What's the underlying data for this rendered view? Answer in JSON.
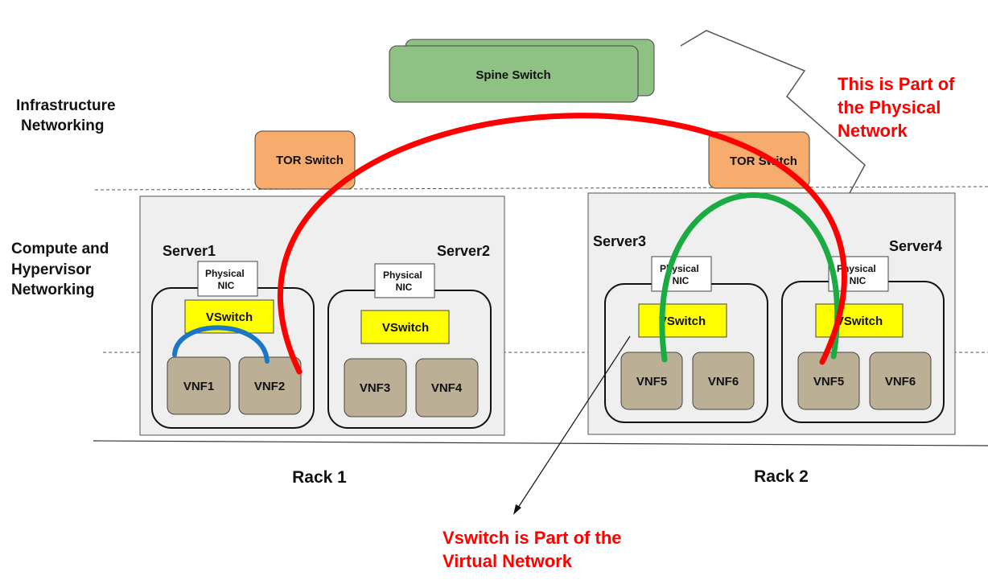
{
  "layers": {
    "infrastructure": [
      "Infrastructure",
      "Networking"
    ],
    "compute": [
      "Compute and",
      "Hypervisor",
      "Networking"
    ]
  },
  "spine": {
    "label": "Spine Switch"
  },
  "tor": {
    "label": "TOR Switch"
  },
  "servers": {
    "s1": "Server1",
    "s2": "Server2",
    "s3": "Server3",
    "s4": "Server4"
  },
  "nic": [
    "Physical",
    "NIC"
  ],
  "vswitch": {
    "label": "VSwitch"
  },
  "vnfs": {
    "r1": [
      "VNF1",
      "VNF2",
      "VNF3",
      "VNF4"
    ],
    "r2": [
      "VNF5",
      "VNF6",
      "VNF5",
      "VNF6"
    ]
  },
  "racks": {
    "r1": "Rack 1",
    "r2": "Rack 2"
  },
  "annotations": {
    "physical": [
      "This is Part of",
      "the Physical",
      "Network"
    ],
    "virtual": [
      "Vswitch is Part of the",
      "Virtual Network"
    ]
  },
  "colors": {
    "spine": "#8fc185",
    "tor": "#f7ab6d",
    "vswitch": "#ffff00",
    "vnf": "#bbb095",
    "rack": "#efefef",
    "red": "#ff0000",
    "green": "#1aab42",
    "blue": "#1a76c6"
  }
}
